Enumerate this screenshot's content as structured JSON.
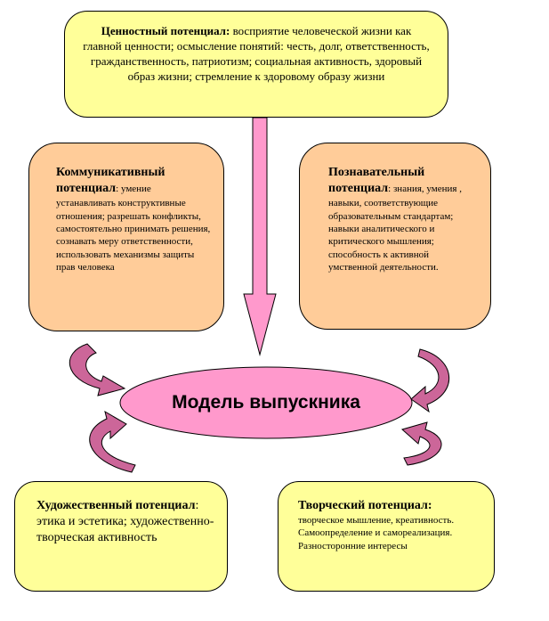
{
  "center": {
    "label": "Модель выпускника"
  },
  "boxes": {
    "value": {
      "title": "Ценностный потенциал:",
      "text": " восприятие человеческой жизни как главной ценности; осмысление понятий: честь, долг, ответственность, гражданственность, патриотизм; социальная активность, здоровый образ жизни; стремление к здоровому образу жизни"
    },
    "communicative": {
      "title": "Коммуникативный потенциал",
      "text": ": умение устанавливать конструктивные отношения; разрешать конфликты, самостоятельно принимать решения, сознавать меру ответственности, использовать механизмы защиты прав человека"
    },
    "cognitive": {
      "title": "Познавательный потенциал",
      "text": ": знания, умения , навыки, соответствующие образовательным стандартам; навыки аналитического и критического мышления; способность к активной умственной деятельности."
    },
    "artistic": {
      "title": "Художественный потенциал",
      "text": ": этика и эстетика; художественно-творческая активность"
    },
    "creative": {
      "title": "Творческий потенциал:",
      "text": "творческое мышление, креативность. Самоопределение и самореализация. Разносторонние интересы"
    }
  },
  "colors": {
    "yellow_box": "#ffff99",
    "peach_box": "#ffcc99",
    "pink_arrow": "#ff99cc",
    "curved_arrow": "#cc6699",
    "ellipse": "#ff99cc"
  }
}
